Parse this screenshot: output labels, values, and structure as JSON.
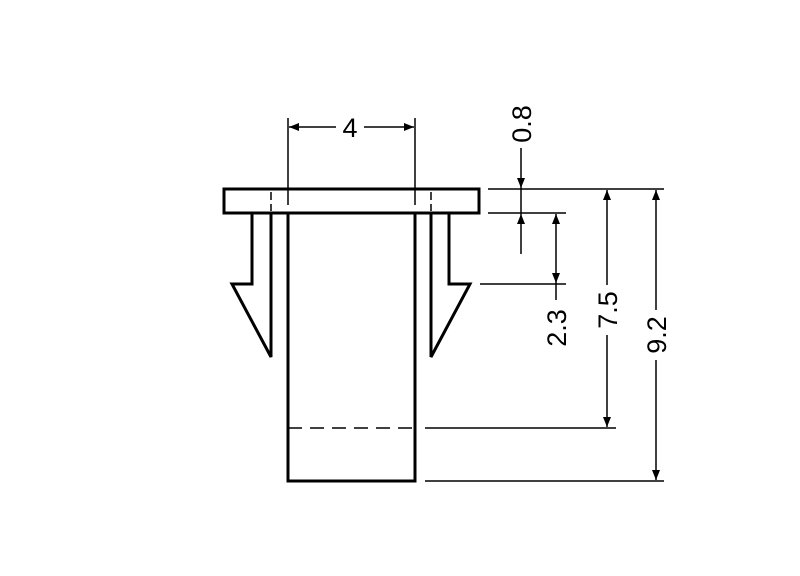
{
  "drawing": {
    "dimensions": {
      "width": "4",
      "flange_thickness": "0.8",
      "barb_length": "2.3",
      "inner_depth": "7.5",
      "overall_height": "9.2"
    }
  }
}
